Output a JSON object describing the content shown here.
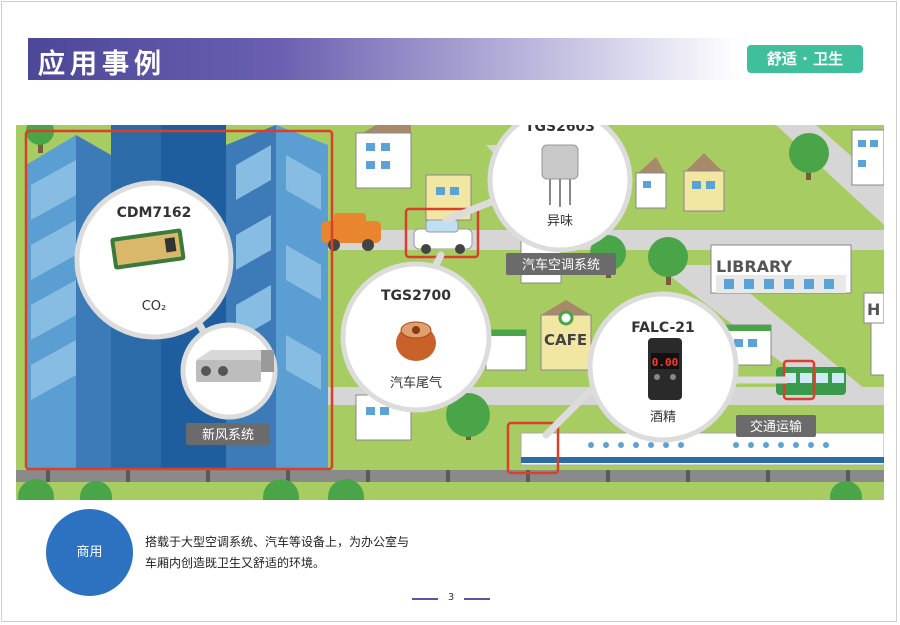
{
  "header": {
    "title": "应用事例",
    "tag": "舒适 · 卫生"
  },
  "scene": {
    "cdm": {
      "model": "CDM7162",
      "label": "CO₂"
    },
    "ventilation": {
      "label": "新风系统"
    },
    "tgs2603": {
      "model": "TGS2603",
      "label": "异味"
    },
    "car_ac": {
      "label": "汽车空调系统"
    },
    "tgs2700": {
      "model": "TGS2700",
      "label": "汽车尾气"
    },
    "falc": {
      "model": "FALC-21",
      "label": "酒精",
      "display": "0.00"
    },
    "transport": {
      "label": "交通运输"
    },
    "signs": {
      "library": "LIBRARY",
      "cafe": "CAFE",
      "h": "H"
    }
  },
  "footer": {
    "badge": "商用",
    "description_line1": "搭载于大型空调系统、汽车等设备上，为办公室与",
    "description_line2": "车厢内创造既卫生又舒适的环境。",
    "page_number": "3"
  },
  "colors": {
    "title_gradient_start": "#4d4797",
    "tag": "#3fbf9b",
    "badge": "#2d72c0",
    "highlight": "#d9402b",
    "grass": "#a6cc62"
  }
}
